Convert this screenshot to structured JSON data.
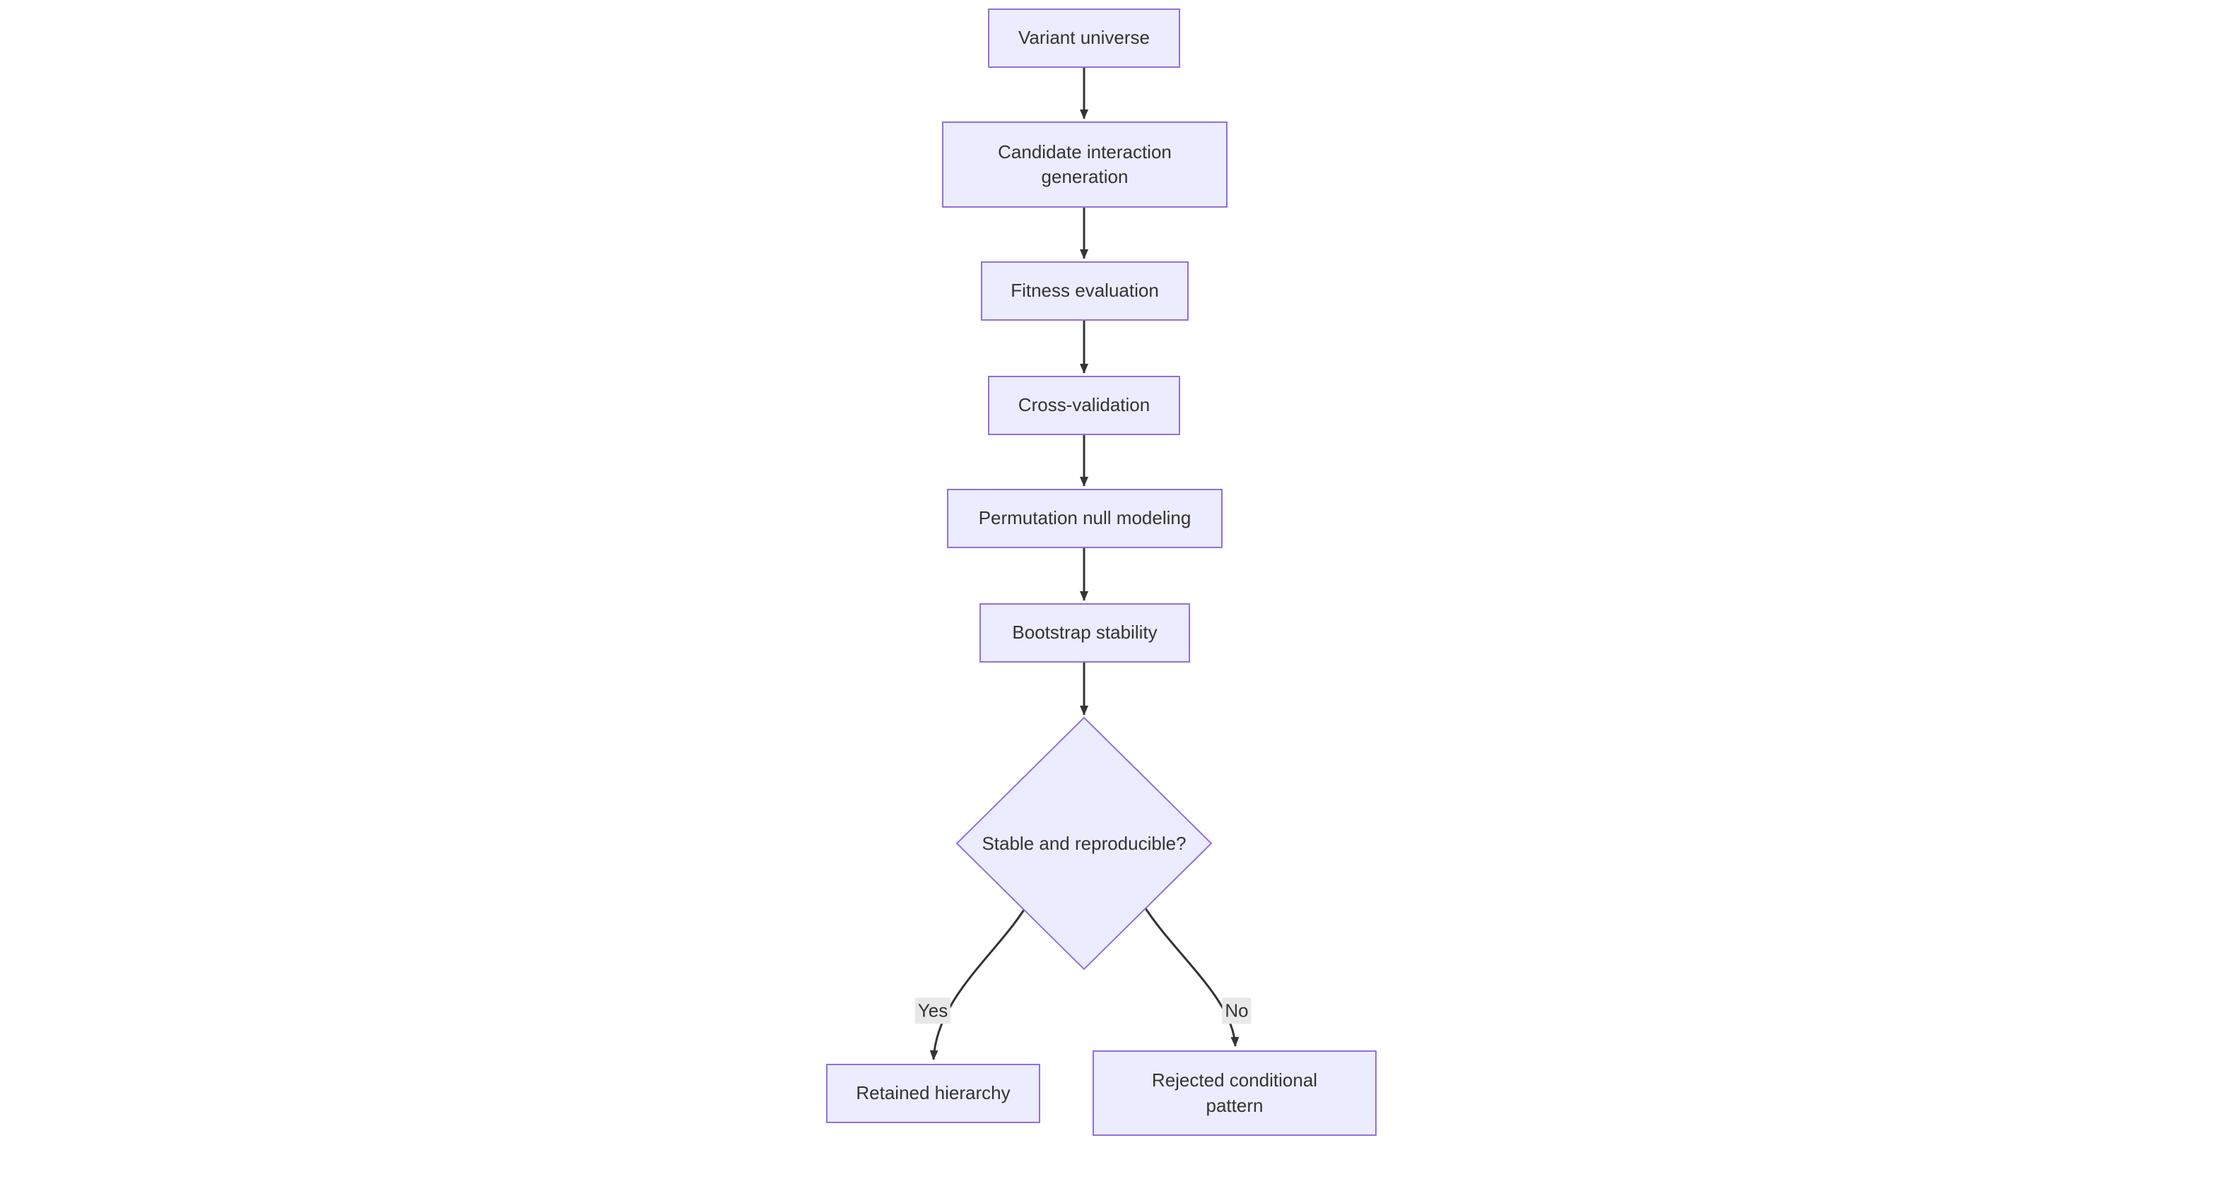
{
  "diagram_type": "flowchart-top-down",
  "nodes": [
    {
      "id": "variant-universe",
      "label": "Variant universe",
      "shape": "rect"
    },
    {
      "id": "candidate-interaction-generation",
      "label": "Candidate interaction generation",
      "shape": "rect"
    },
    {
      "id": "fitness-evaluation",
      "label": "Fitness evaluation",
      "shape": "rect"
    },
    {
      "id": "cross-validation",
      "label": "Cross-validation",
      "shape": "rect"
    },
    {
      "id": "permutation-null-modeling",
      "label": "Permutation null modeling",
      "shape": "rect"
    },
    {
      "id": "bootstrap-stability",
      "label": "Bootstrap stability",
      "shape": "rect"
    },
    {
      "id": "stable-and-reproducible",
      "label": "Stable and reproducible?",
      "shape": "diamond"
    },
    {
      "id": "retained-hierarchy",
      "label": "Retained hierarchy",
      "shape": "rect"
    },
    {
      "id": "rejected-conditional-pattern",
      "label": "Rejected conditional pattern",
      "shape": "rect"
    }
  ],
  "edges": [
    {
      "from": "variant-universe",
      "to": "candidate-interaction-generation",
      "label": ""
    },
    {
      "from": "candidate-interaction-generation",
      "to": "fitness-evaluation",
      "label": ""
    },
    {
      "from": "fitness-evaluation",
      "to": "cross-validation",
      "label": ""
    },
    {
      "from": "cross-validation",
      "to": "permutation-null-modeling",
      "label": ""
    },
    {
      "from": "permutation-null-modeling",
      "to": "bootstrap-stability",
      "label": ""
    },
    {
      "from": "bootstrap-stability",
      "to": "stable-and-reproducible",
      "label": ""
    },
    {
      "from": "stable-and-reproducible",
      "to": "retained-hierarchy",
      "label": "Yes"
    },
    {
      "from": "stable-and-reproducible",
      "to": "rejected-conditional-pattern",
      "label": "No"
    }
  ],
  "colors": {
    "node_fill": "#ECECFF",
    "node_border": "#9370DB",
    "edge": "#333333",
    "text": "#333333",
    "edge_label_bg": "#e8e8e8",
    "canvas_bg": "#ffffff"
  }
}
